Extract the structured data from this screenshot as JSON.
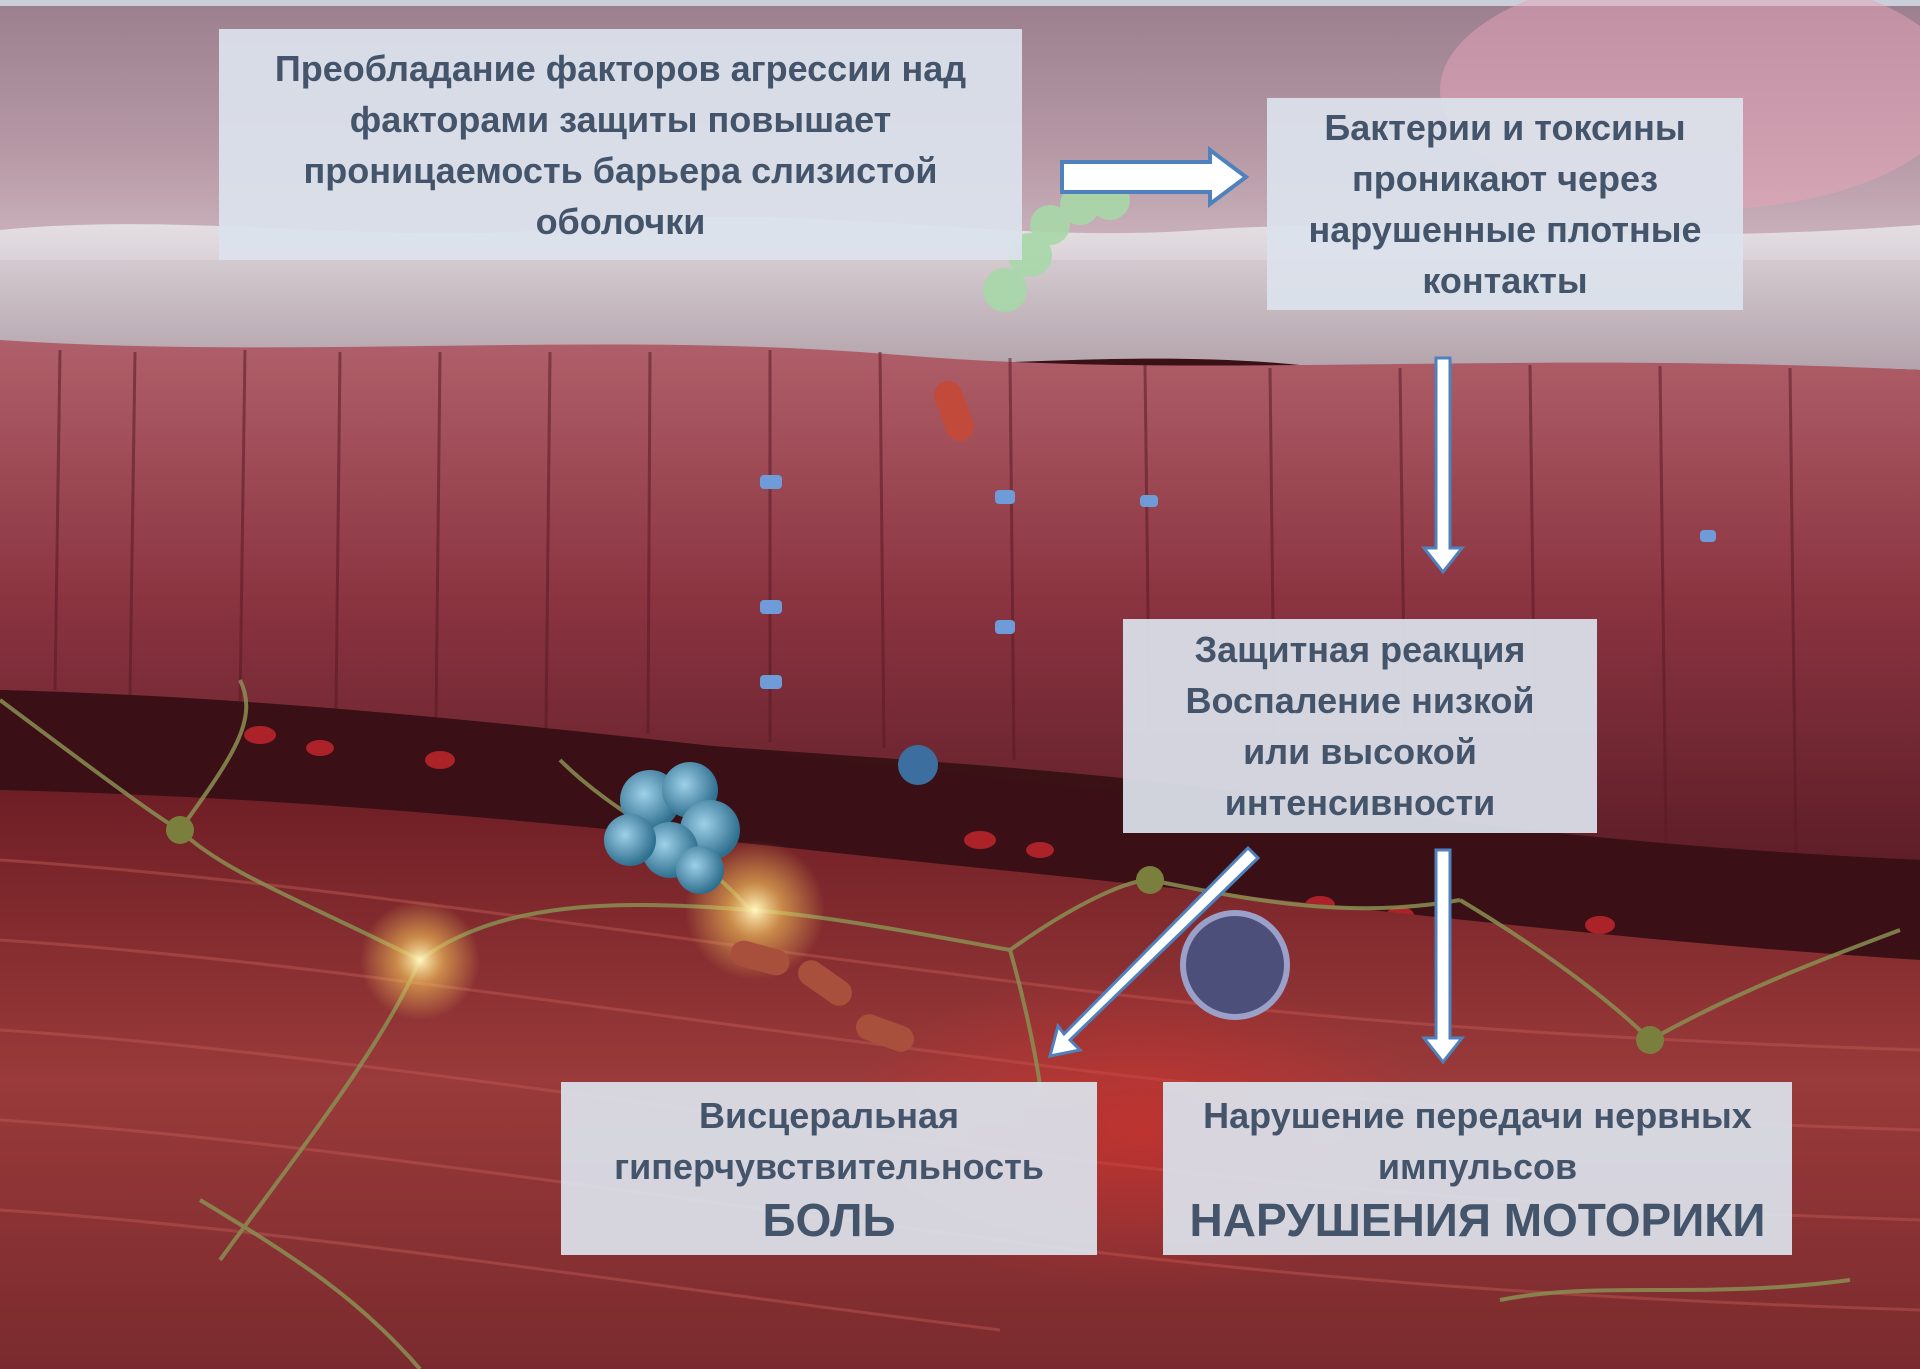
{
  "boxes": {
    "barrier": {
      "lines": [
        "Преобладание факторов агрессии над",
        "факторами защиты повышает",
        "проницаемость барьера слизистой",
        "оболочки"
      ]
    },
    "bacteria": {
      "lines": [
        "Бактерии и токсины",
        "проникают через",
        "нарушенные плотные",
        "контакты"
      ]
    },
    "reaction": {
      "lines": [
        "Защитная реакция",
        "Воспаление низкой",
        "или высокой",
        "интенсивности"
      ]
    },
    "pain": {
      "lines": [
        "Висцеральная",
        "гиперчувствительность"
      ],
      "emphasis": "БОЛЬ"
    },
    "motility": {
      "lines": [
        "Нарушение передачи нервных",
        "импульсов"
      ],
      "emphasis": "НАРУШЕНИЯ МОТОРИКИ"
    }
  },
  "colors": {
    "box_text": "#44546a",
    "box_fill": "#dce2ec",
    "arrow_outline": "#4f81bd",
    "arrow_fill": "#ffffff",
    "tissue": "#8a2f3a",
    "mucus": "#d9d4d8"
  }
}
